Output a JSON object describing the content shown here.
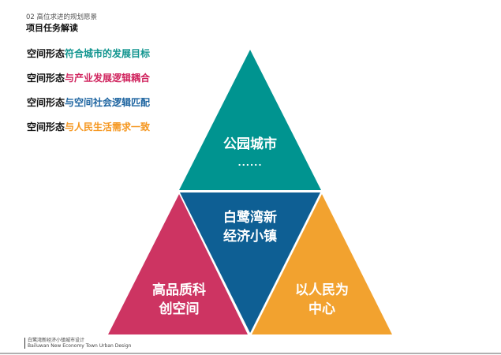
{
  "header": {
    "subtitle": "02 高位求进的规划愿景",
    "title": "项目任务解读"
  },
  "points": [
    {
      "lead": "空间形态",
      "rest": "符合城市的发展目标",
      "color": "#11958f"
    },
    {
      "lead": "空间形态",
      "rest": "与产业发展逻辑耦合",
      "color": "#d0245e"
    },
    {
      "lead": "空间形态",
      "rest": "与空间社会逻辑匹配",
      "color": "#1d64a0"
    },
    {
      "lead": "空间形态",
      "rest": "与人民生活需求一致",
      "color": "#f5961e"
    }
  ],
  "diagram": {
    "top": {
      "line1": "公园城市",
      "line2": "......",
      "color": "#009490"
    },
    "center": {
      "line1": "白鹭湾新",
      "line2": "经济小镇",
      "color": "#0e5f94"
    },
    "left": {
      "line1": "高品质科",
      "line2": "创空间",
      "color": "#cd3462"
    },
    "right": {
      "line1": "以人民为",
      "line2": "中心",
      "color": "#f2a22f"
    }
  },
  "footer": {
    "cn": "白鹭湾新经济小镇城市设计",
    "en": "Bailuwan New Economy Town Urban Design"
  }
}
